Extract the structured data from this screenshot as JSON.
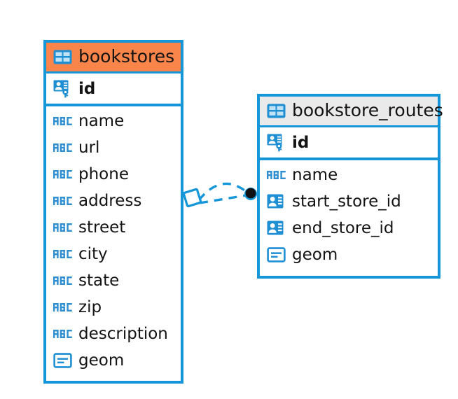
{
  "diagram": {
    "type": "entity-relationship-diagram",
    "background": "#ffffff",
    "accent_blue": "#1596d8",
    "header_orange": "#f9854a",
    "header_gray": "#eaeaea",
    "text_color": "#141414"
  },
  "entities": [
    {
      "name": "bookstores",
      "header_style": "orange",
      "table_icon": "table-icon",
      "primary_key": {
        "label": "id",
        "icon": "primary-key-icon"
      },
      "fields": [
        {
          "label": "name",
          "icon": "abc-text-icon"
        },
        {
          "label": "url",
          "icon": "abc-text-icon"
        },
        {
          "label": "phone",
          "icon": "abc-text-icon"
        },
        {
          "label": "address",
          "icon": "abc-text-icon"
        },
        {
          "label": "street",
          "icon": "abc-text-icon"
        },
        {
          "label": "city",
          "icon": "abc-text-icon"
        },
        {
          "label": "state",
          "icon": "abc-text-icon"
        },
        {
          "label": "zip",
          "icon": "abc-text-icon"
        },
        {
          "label": "description",
          "icon": "abc-text-icon"
        },
        {
          "label": "geom",
          "icon": "geometry-icon"
        }
      ]
    },
    {
      "name": "bookstore_routes",
      "header_style": "gray",
      "table_icon": "table-icon",
      "primary_key": {
        "label": "id",
        "icon": "primary-key-icon"
      },
      "fields": [
        {
          "label": "name",
          "icon": "abc-text-icon"
        },
        {
          "label": "start_store_id",
          "icon": "foreign-key-icon"
        },
        {
          "label": "end_store_id",
          "icon": "foreign-key-icon"
        },
        {
          "label": "geom",
          "icon": "geometry-icon"
        }
      ]
    }
  ],
  "relationship": {
    "from_entity": "bookstores",
    "to_entity": "bookstore_routes",
    "line_style": "dashed",
    "line_color": "#1596d8",
    "source_marker": "diamond-marker",
    "target_marker": "filled-circle-marker",
    "target_marker_color": "#111111"
  }
}
